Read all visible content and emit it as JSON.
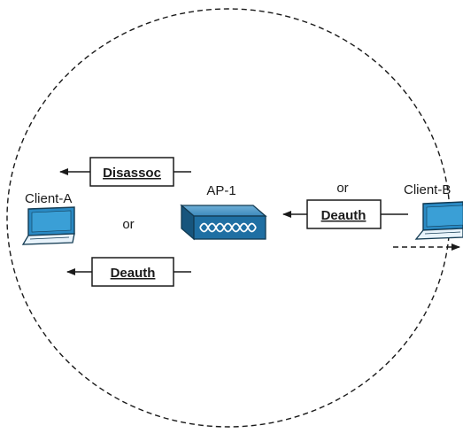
{
  "diagram": {
    "access_point": {
      "label": "AP-1",
      "color": "#1f6fa3"
    },
    "client_a": {
      "label": "Client-A",
      "screen_color": "#2a8ac4"
    },
    "client_b": {
      "label": "Client-B",
      "screen_color": "#2a8ac4"
    },
    "frames": {
      "disassoc_a": "Disassoc",
      "deauth_a": "Deauth",
      "deauth_b": "Deauth"
    },
    "connectors": {
      "or_a": "or",
      "or_b": "or"
    },
    "coverage_line_style": "dashed"
  }
}
